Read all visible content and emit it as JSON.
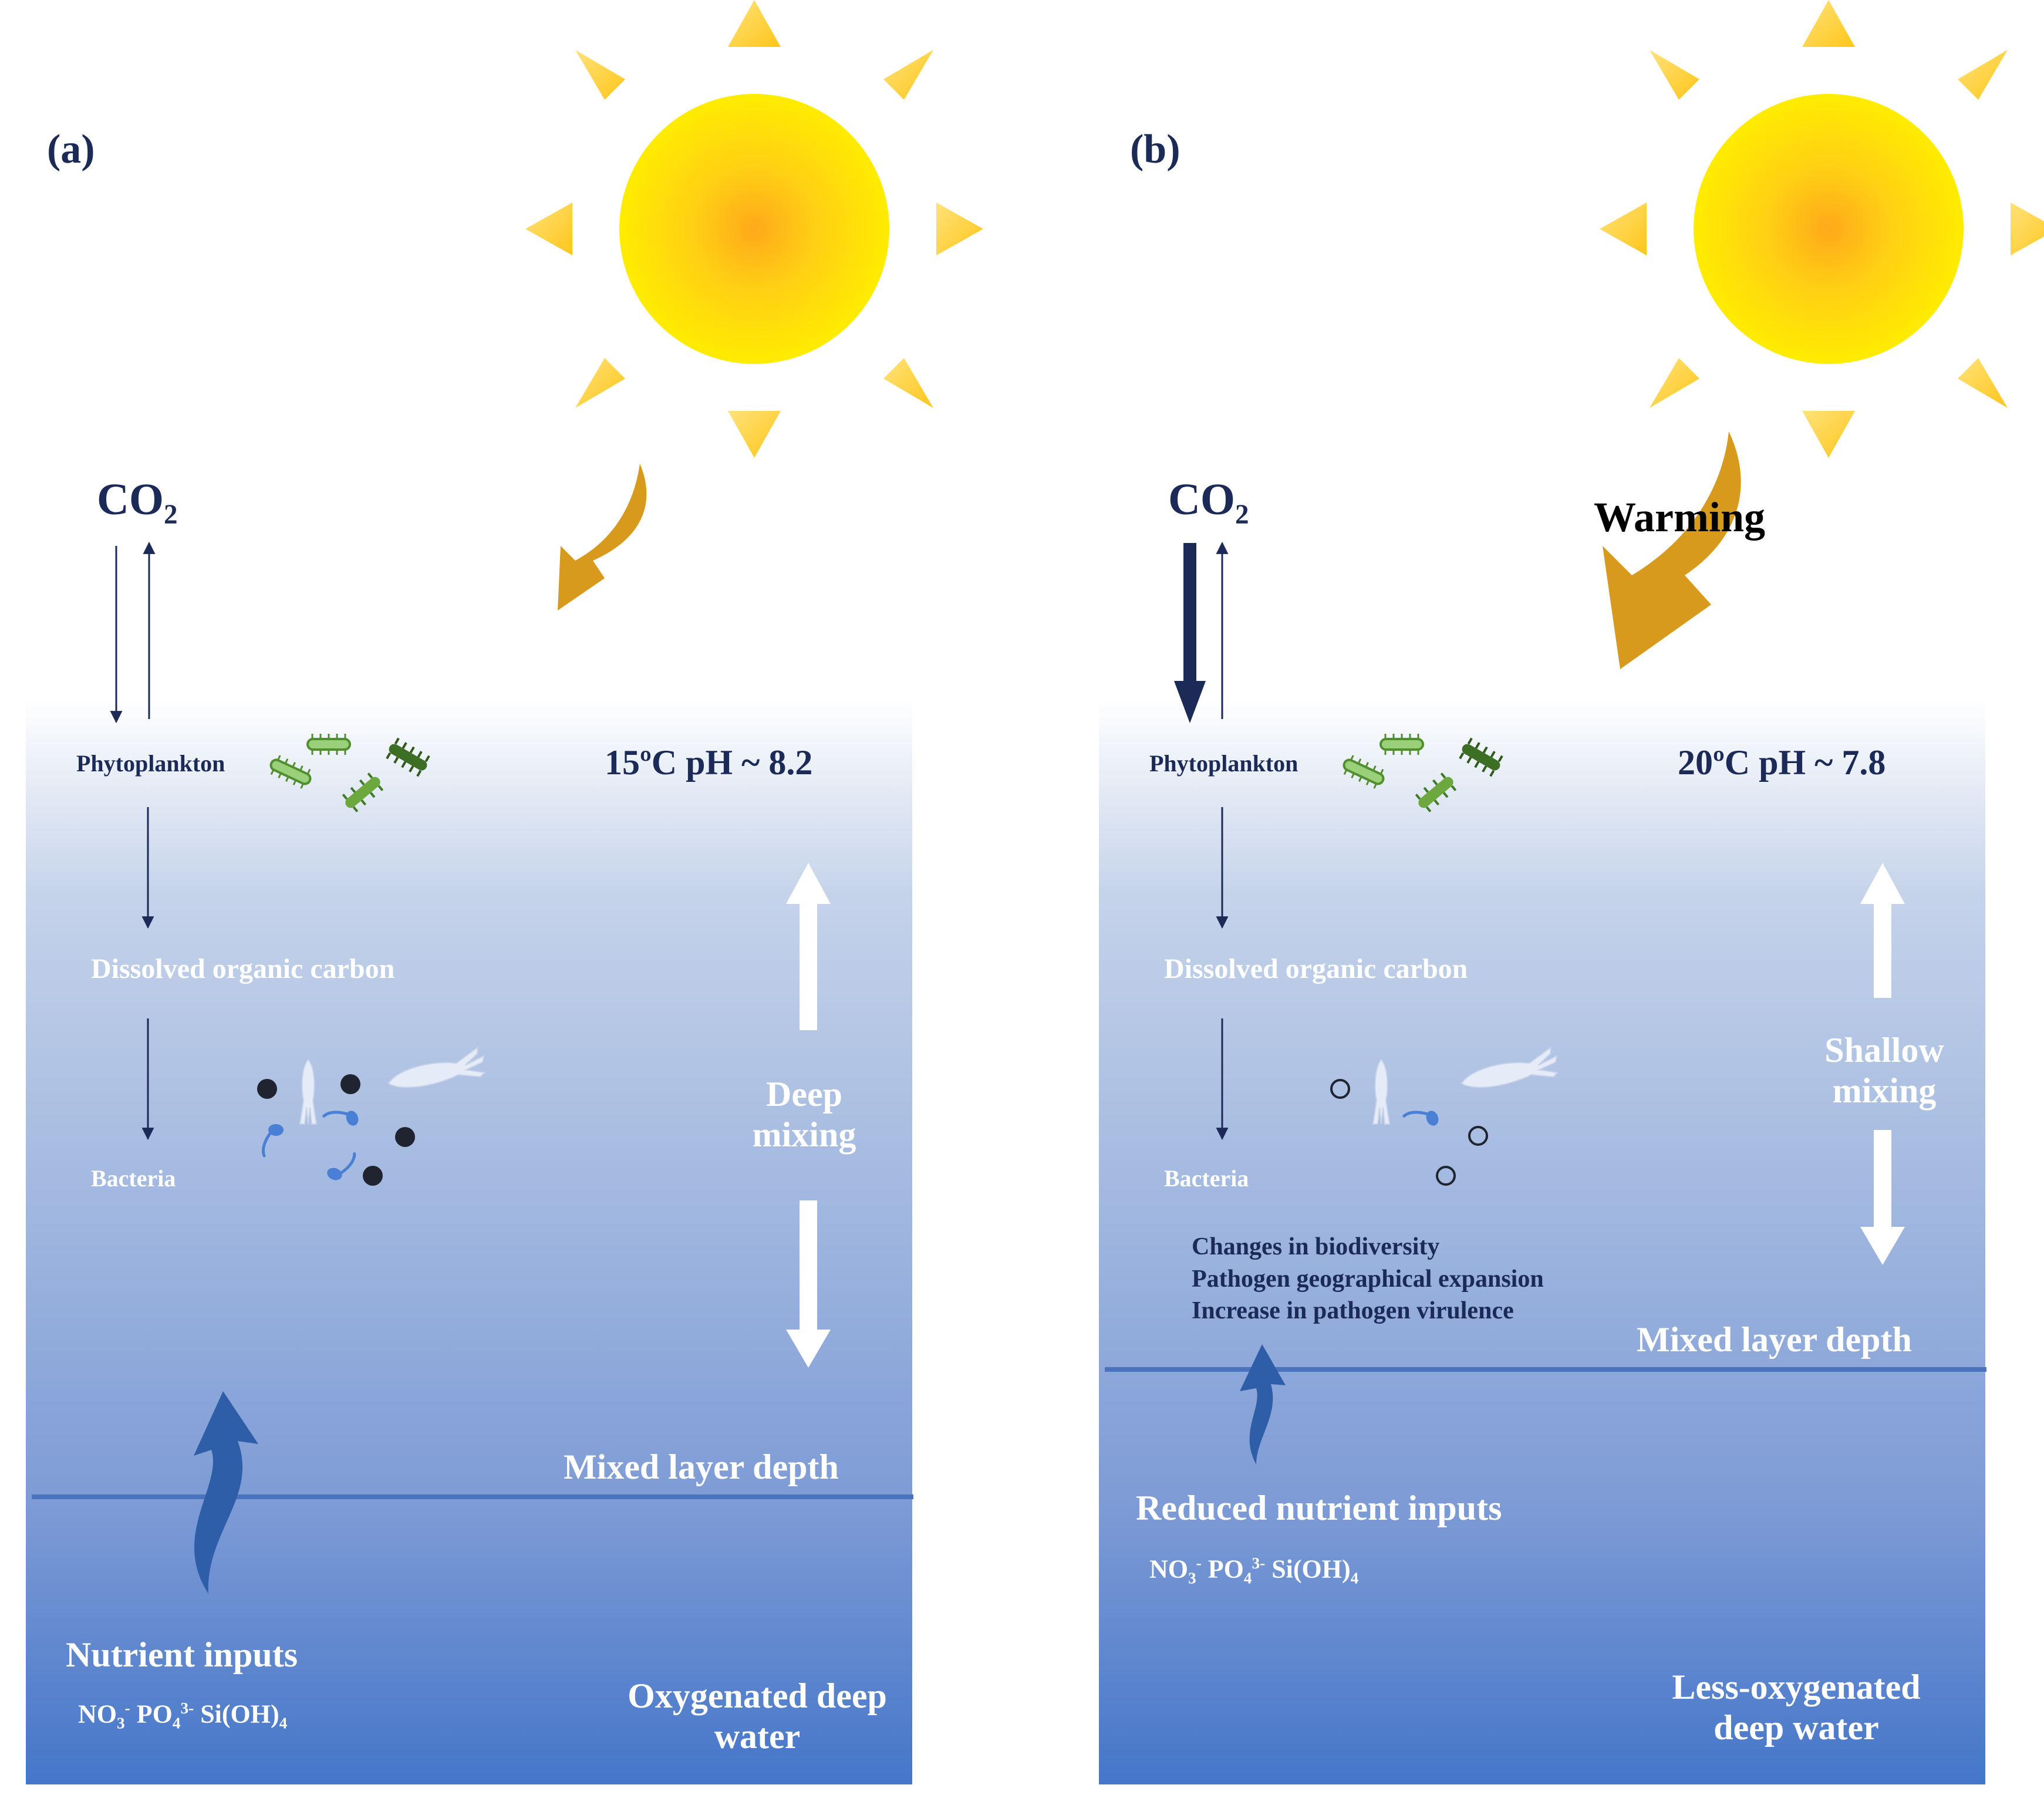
{
  "colors": {
    "navy": "#1b2a57",
    "sun_core": "#ffa91a",
    "sun_outer": "#ffe800",
    "sun_ray": "#ffdd55",
    "heat_arrow": "#d79a1c",
    "water_top": "#ffffff",
    "water_bottom": "#4576c9",
    "layer_line": "#4a73bd",
    "nutrient_arrow": "#2f5ea9"
  },
  "panel_a": {
    "label": "(a)",
    "co2": {
      "main": "CO",
      "sub": "2"
    },
    "phytoplankton": "Phytoplankton",
    "temp_ph": "15ºC pH ~ 8.2",
    "doc": "Dissolved  organic carbon",
    "bacteria": "Bacteria",
    "mixing": [
      "Deep",
      "mixing"
    ],
    "mixed_layer": "Mixed layer depth",
    "nutrient_inputs": "Nutrient inputs",
    "nutrients": {
      "no3": "NO",
      "no3_sub": "3",
      "no3_sup": "-",
      "po4": "PO",
      "po4_sub": "4",
      "po4_sup": "3-",
      "sioh": "Si(OH)",
      "sioh_sub": "4"
    },
    "deep_water": [
      "Oxygenated deep",
      "water"
    ]
  },
  "panel_b": {
    "label": "(b)",
    "co2": {
      "main": "CO",
      "sub": "2"
    },
    "warming": "Warming",
    "phytoplankton": "Phytoplankton",
    "temp_ph": "20ºC pH ~ 7.8",
    "doc": "Dissolved  organic carbon",
    "bacteria": "Bacteria",
    "mixing": [
      "Shallow",
      "mixing"
    ],
    "changes": [
      "Changes in biodiversity",
      "Pathogen geographical expansion",
      "Increase in pathogen virulence"
    ],
    "mixed_layer": "Mixed layer depth",
    "nutrient_inputs": "Reduced nutrient inputs",
    "nutrients": {
      "no3": "NO",
      "no3_sub": "3",
      "no3_sup": "-",
      "po4": "PO",
      "po4_sub": "4",
      "po4_sup": "3-",
      "sioh": "Si(OH)",
      "sioh_sub": "4"
    },
    "deep_water": [
      "Less-oxygenated",
      "deep water"
    ]
  }
}
